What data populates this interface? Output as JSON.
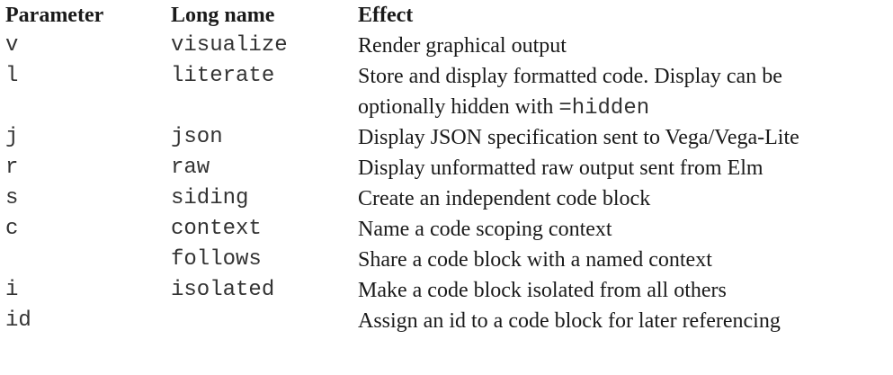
{
  "table": {
    "headers": {
      "parameter": "Parameter",
      "long_name": "Long name",
      "effect": "Effect"
    },
    "rows": [
      {
        "parameter": "v",
        "long_name": "visualize",
        "effect": "Render graphical output"
      },
      {
        "parameter": "l",
        "long_name": "literate",
        "effect": "Store and display formatted code. Display can be",
        "effect_line2_text": "optionally hidden with ",
        "effect_line2_code": "=hidden"
      },
      {
        "parameter": "j",
        "long_name": "json",
        "effect": "Display JSON specification sent to Vega/Vega-Lite"
      },
      {
        "parameter": "r",
        "long_name": "raw",
        "effect": "Display unformatted raw output sent from Elm"
      },
      {
        "parameter": "s",
        "long_name": "siding",
        "effect": "Create an independent code block"
      },
      {
        "parameter": "c",
        "long_name": "context",
        "effect": "Name a code scoping context"
      },
      {
        "parameter": "",
        "long_name": "follows",
        "effect": "Share a code block with a named context"
      },
      {
        "parameter": "i",
        "long_name": "isolated",
        "effect": "Make a code block isolated from all others"
      },
      {
        "parameter": "id",
        "long_name": "",
        "effect": "Assign an id to a code block for later referencing"
      }
    ]
  }
}
